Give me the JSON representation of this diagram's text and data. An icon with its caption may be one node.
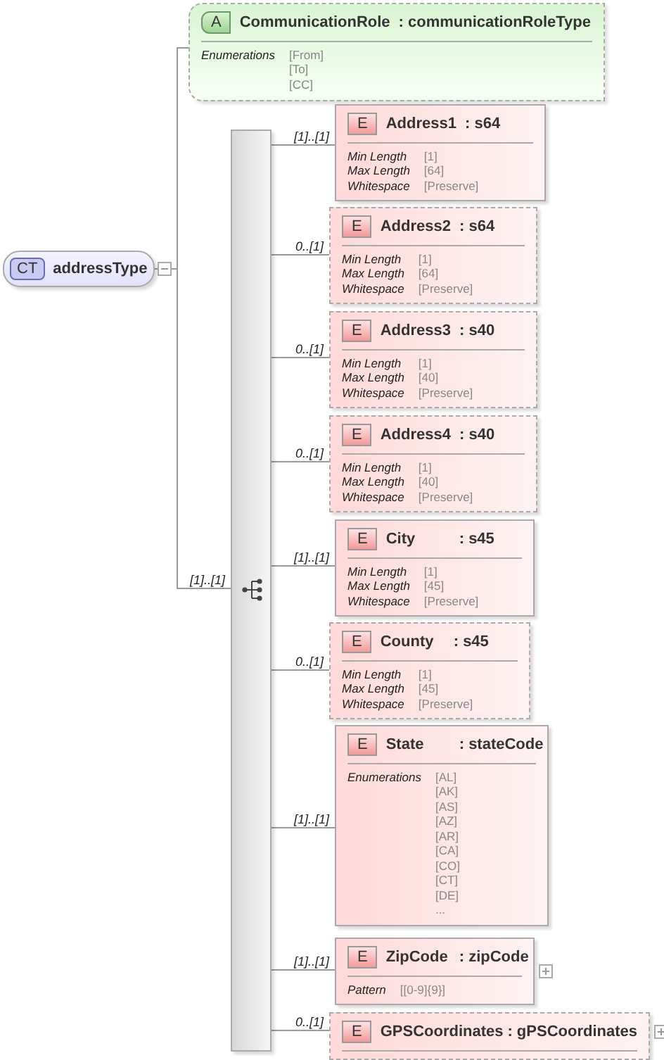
{
  "diagram": {
    "nodes": [
      {
        "text": [
          "CT",
          "addressType"
        ]
      },
      {
        "text": [
          "A",
          "CommunicationRole",
          ": communicationRoleType",
          "Enumerations",
          "[From] [To] [CC]"
        ]
      },
      {
        "text": [],
        "shape": "bar"
      },
      {
        "text": [
          "E",
          "Address1",
          ": s64",
          "Min Length",
          "[1]",
          "Max Length",
          "[64]",
          "Whitespace",
          "[Preserve]"
        ]
      },
      {
        "text": [
          "E",
          "Address2",
          ": s64",
          "Min Length",
          "[1]",
          "Max Length",
          "[64]",
          "Whitespace",
          "[Preserve]"
        ]
      },
      {
        "text": [
          "E",
          "Address3",
          ": s40",
          "Min Length",
          "[1]",
          "Max Length",
          "[40]",
          "Whitespace",
          "[Preserve]"
        ]
      },
      {
        "text": [
          "E",
          "Address4",
          ": s40",
          "Min Length",
          "[1]",
          "Max Length",
          "[40]",
          "Whitespace",
          "[Preserve]"
        ]
      },
      {
        "text": [
          "E",
          "City",
          ": s45",
          "Min Length",
          "[1]",
          "Max Length",
          "[45]",
          "Whitespace",
          "[Preserve]"
        ]
      },
      {
        "text": [
          "E",
          "County",
          ": s45",
          "Min Length",
          "[1]",
          "Max Length",
          "[45]",
          "Whitespace",
          "[Preserve]"
        ]
      },
      {
        "text": [
          "E",
          "State",
          ": stateCode",
          "Enumerations",
          "[AL] [AK] [AS] [AZ] [AR] [CA] [CO] [CT] [DE] ..."
        ]
      },
      {
        "text": [
          "E",
          "ZipCode",
          ": zipCode",
          "Pattern",
          "[[0-9]{9}]"
        ]
      },
      {
        "text": [
          "E",
          "GPSCoordinates",
          ": gPSCoordinates"
        ]
      }
    ],
    "edges": [
      {
        "from": 0,
        "to": 1,
        "arrow": "none"
      },
      {
        "from": 0,
        "to": 2,
        "arrow": "none",
        "label": "[1]..[1]"
      },
      {
        "from": 2,
        "to": 3,
        "arrow": "none",
        "label": "[1]..[1]"
      },
      {
        "from": 2,
        "to": 4,
        "arrow": "none",
        "label": "0..[1]"
      },
      {
        "from": 2,
        "to": 5,
        "arrow": "none",
        "label": "0..[1]"
      },
      {
        "from": 2,
        "to": 6,
        "arrow": "none",
        "label": "0..[1]"
      },
      {
        "from": 2,
        "to": 7,
        "arrow": "none",
        "label": "[1]..[1]"
      },
      {
        "from": 2,
        "to": 8,
        "arrow": "none",
        "label": "0..[1]"
      },
      {
        "from": 2,
        "to": 9,
        "arrow": "none",
        "label": "[1]..[1]"
      },
      {
        "from": 2,
        "to": 10,
        "arrow": "none",
        "label": "[1]..[1]"
      },
      {
        "from": 2,
        "to": 11,
        "arrow": "none",
        "label": "0..[1]"
      }
    ]
  }
}
